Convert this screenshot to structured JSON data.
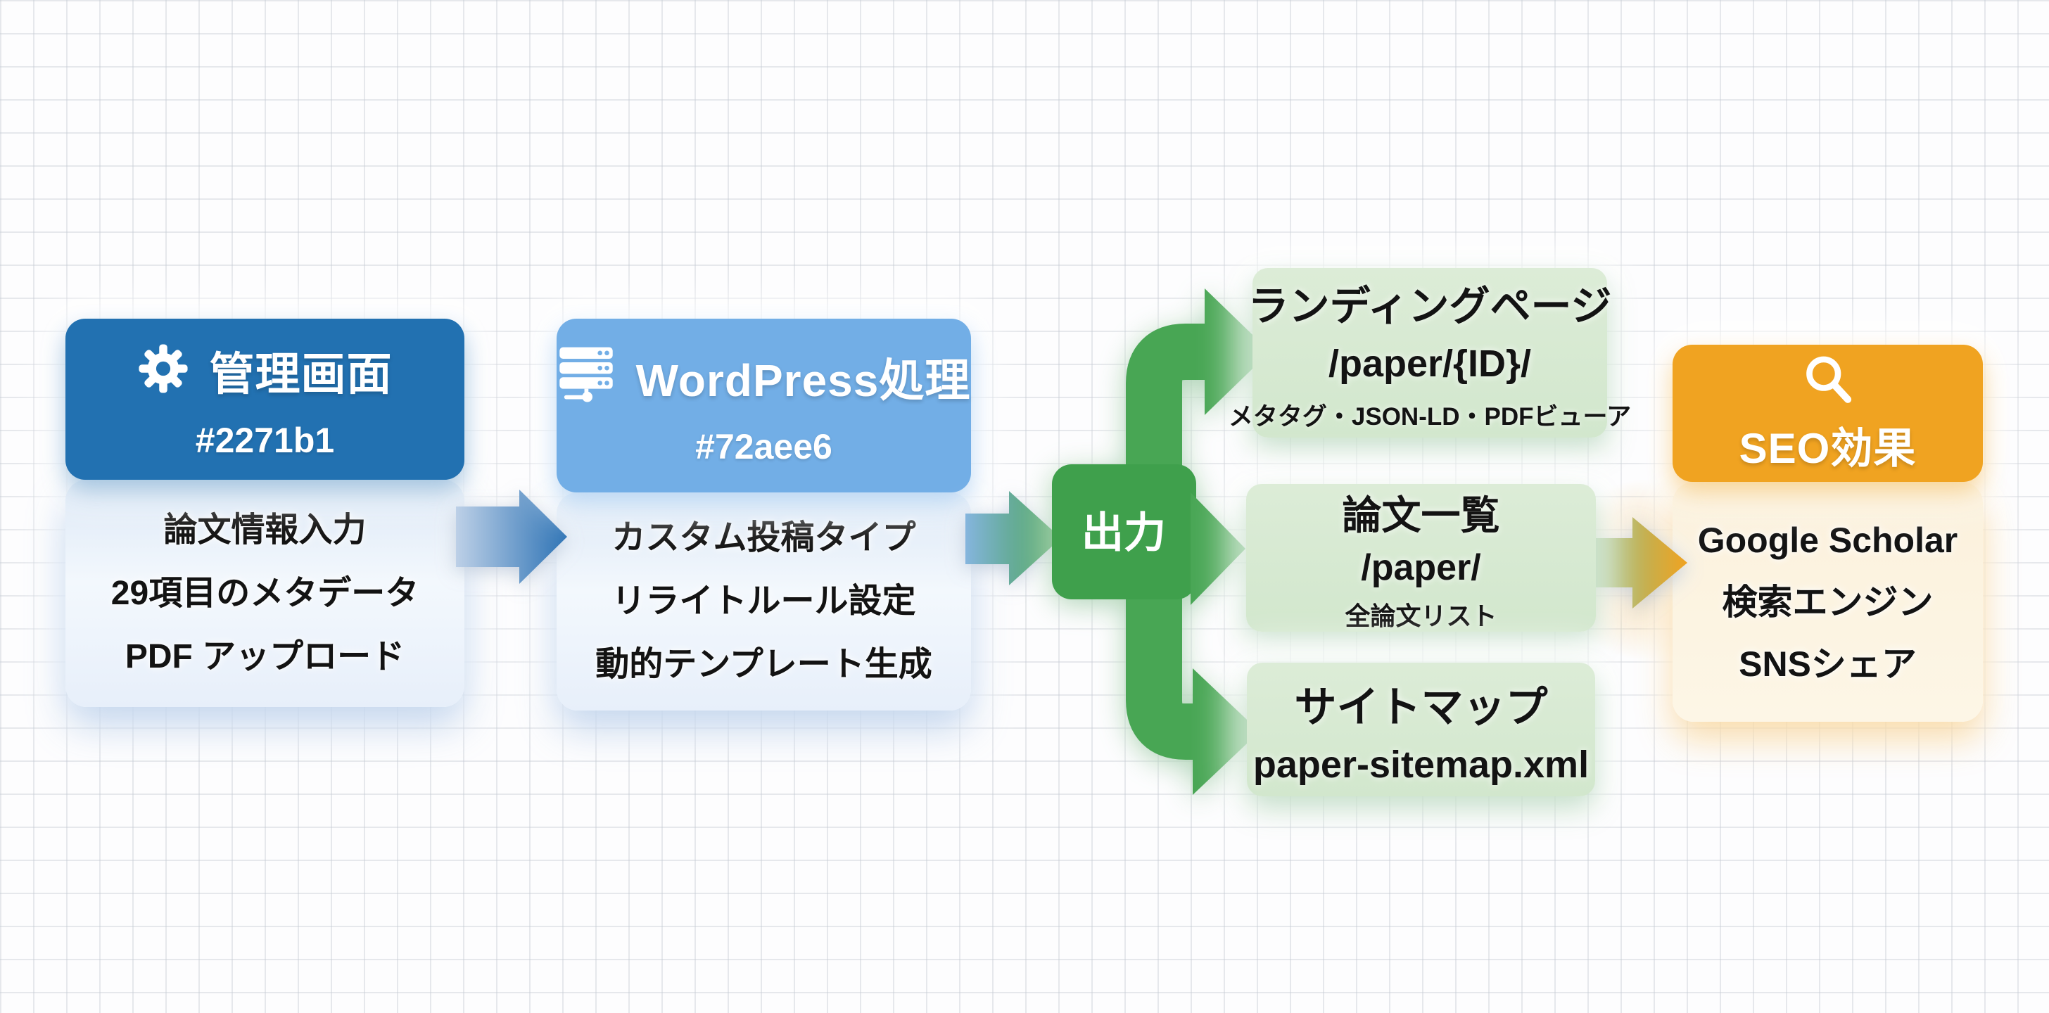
{
  "colors": {
    "admin_header": "#2271b1",
    "wordpress_header": "#72aee6",
    "flow_green": "#48a654",
    "output_node_green": "#3fa04c",
    "seo_orange": "#f0a321",
    "green_card_bg": "#d7e9d2",
    "seo_body_bg": "#fcf3e0"
  },
  "nodes": {
    "admin": {
      "icon": "gear-icon",
      "title": "管理画面",
      "color_label": "#2271b1",
      "items": [
        "論文情報入力",
        "29項目のメタデータ",
        "PDF アップロード"
      ]
    },
    "wordpress": {
      "icon": "server-icon",
      "title": "WordPress処理",
      "color_label": "#72aee6",
      "items": [
        "カスタム投稿タイプ",
        "リライトルール設定",
        "動的テンプレート生成"
      ]
    },
    "output": {
      "label": "出力"
    },
    "landing": {
      "title": "ランディングページ",
      "path": "/paper/{ID}/",
      "note": "メタタグ・JSON-LD・PDFビューア"
    },
    "list": {
      "title": "論文一覧",
      "path": "/paper/",
      "note": "全論文リスト"
    },
    "sitemap": {
      "title": "サイトマップ",
      "path": "paper-sitemap.xml"
    },
    "seo": {
      "icon": "search-icon",
      "title": "SEO効果",
      "items": [
        "Google Scholar",
        "検索エンジン",
        "SNSシェア"
      ]
    }
  }
}
